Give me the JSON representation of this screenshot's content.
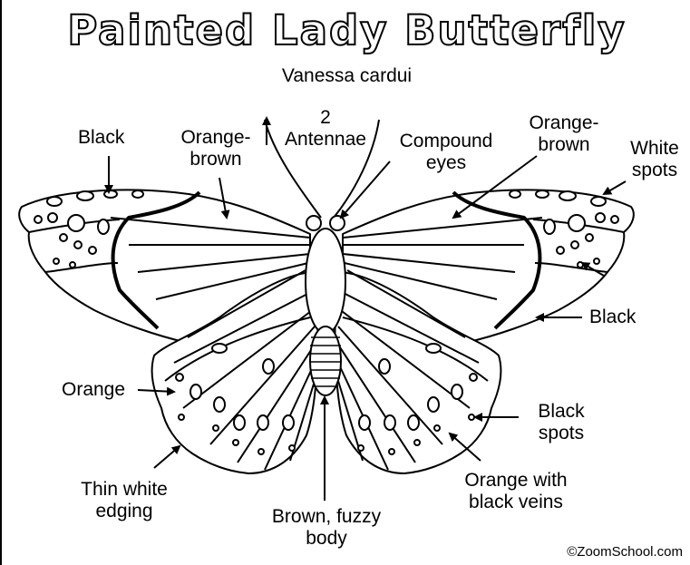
{
  "diagram": {
    "title": "Painted Lady  Butterfly",
    "subtitle": "Vanessa cardui",
    "credit": "©ZoomSchool.com",
    "labels": {
      "black_top_left": "Black",
      "orange_brown_left_1": "Orange-",
      "orange_brown_left_2": "brown",
      "antennae_1": "2",
      "antennae_2": "Antennae",
      "compound_eyes_1": "Compound",
      "compound_eyes_2": "eyes",
      "orange_brown_right_1": "Orange-",
      "orange_brown_right_2": "brown",
      "white_spots_1": "White",
      "white_spots_2": "spots",
      "black_right": "Black",
      "orange_left": "Orange",
      "black_spots_1": "Black",
      "black_spots_2": "spots",
      "thin_white_1": "Thin white",
      "thin_white_2": "edging",
      "body_1": "Brown, fuzzy",
      "body_2": "body",
      "orange_veins_1": "Orange with",
      "orange_veins_2": "black veins"
    }
  }
}
